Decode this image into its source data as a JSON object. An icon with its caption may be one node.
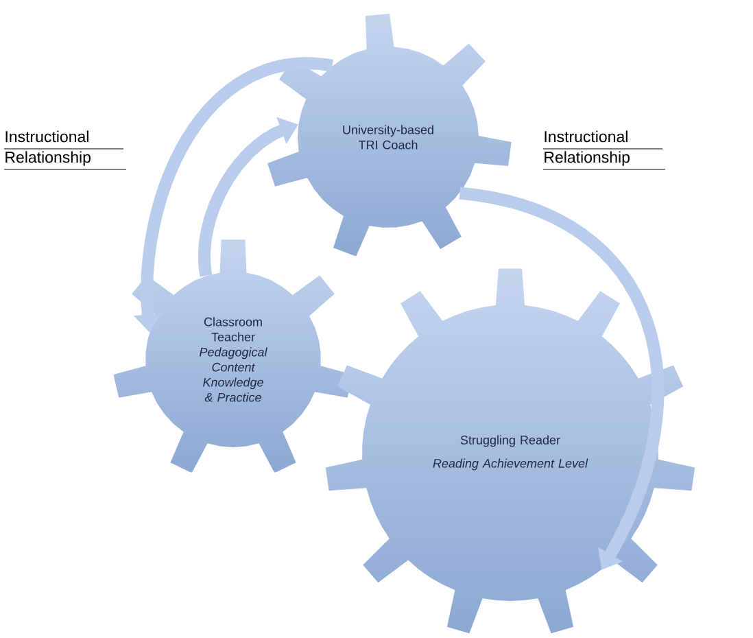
{
  "diagram": {
    "nodes": [
      {
        "text": [
          "University-based TRI Coach"
        ]
      },
      {
        "text": [
          "Classroom Teacher",
          "Pedagogical Content Knowledge & Practice"
        ]
      },
      {
        "text": [
          "Struggling Reader",
          "Reading Achievement Level"
        ]
      }
    ],
    "edges": [
      {
        "from": 0,
        "to": 1,
        "arrow": "to"
      },
      {
        "from": 1,
        "to": 0,
        "arrow": "to"
      },
      {
        "from": 0,
        "to": 2,
        "arrow": "to"
      }
    ],
    "labels": [
      "Instructional Relationship",
      "Instructional Relationship"
    ]
  }
}
